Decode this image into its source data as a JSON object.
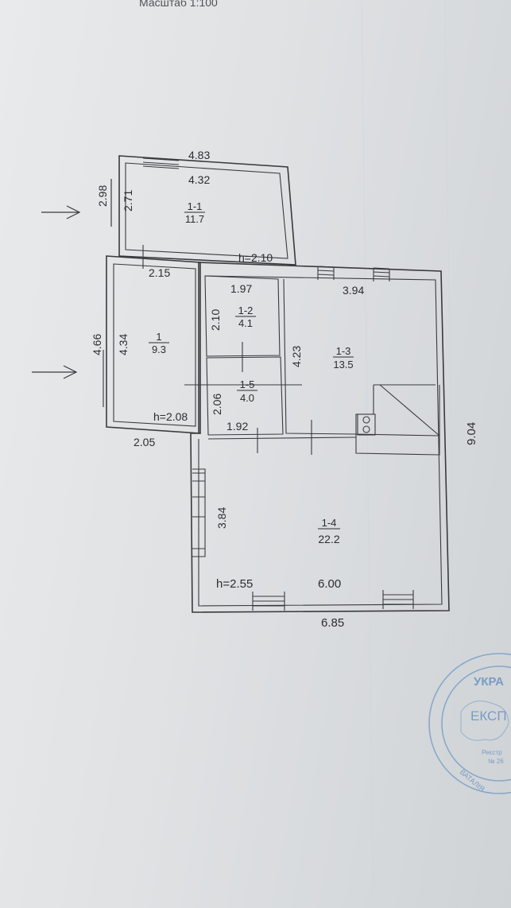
{
  "scale_label": "Масштаб 1:100",
  "dims": {
    "top_outer": "4.83",
    "top_inner": "4.32",
    "left_outer_top": "2.98",
    "left_inner_top": "2.71",
    "corridor_width": "2.15",
    "left_outer_mid": "4.66",
    "left_inner_mid": "4.34",
    "bottom_left": "2.05",
    "room12_width": "1.97",
    "room12_height": "2.10",
    "room15_height": "2.06",
    "room15_width": "1.92",
    "room13_width": "3.94",
    "room13_height": "4.23",
    "right_outer": "9.04",
    "room14_height": "3.84",
    "room14_width": "6.00",
    "bottom_outer": "6.85"
  },
  "heights": {
    "h1": "h=2.10",
    "h2": "h=2.08",
    "h3": "h=2.55"
  },
  "rooms": [
    {
      "id": "1-1",
      "area": "11.7"
    },
    {
      "id": "1",
      "area": "9.3"
    },
    {
      "id": "1-2",
      "area": "4.1"
    },
    {
      "id": "1-3",
      "area": "13.5"
    },
    {
      "id": "1-5",
      "area": "4.0"
    },
    {
      "id": "1-4",
      "area": "22.2"
    }
  ],
  "stamp": {
    "lines": [
      "УКРА",
      "ЕКСП",
      "Реєстр",
      "№ 26",
      "ВАТАЛІЯ"
    ]
  },
  "colors": {
    "ink": "#2d2d30",
    "stamp": "#6f96c2",
    "paper": "#e4e6e8"
  }
}
